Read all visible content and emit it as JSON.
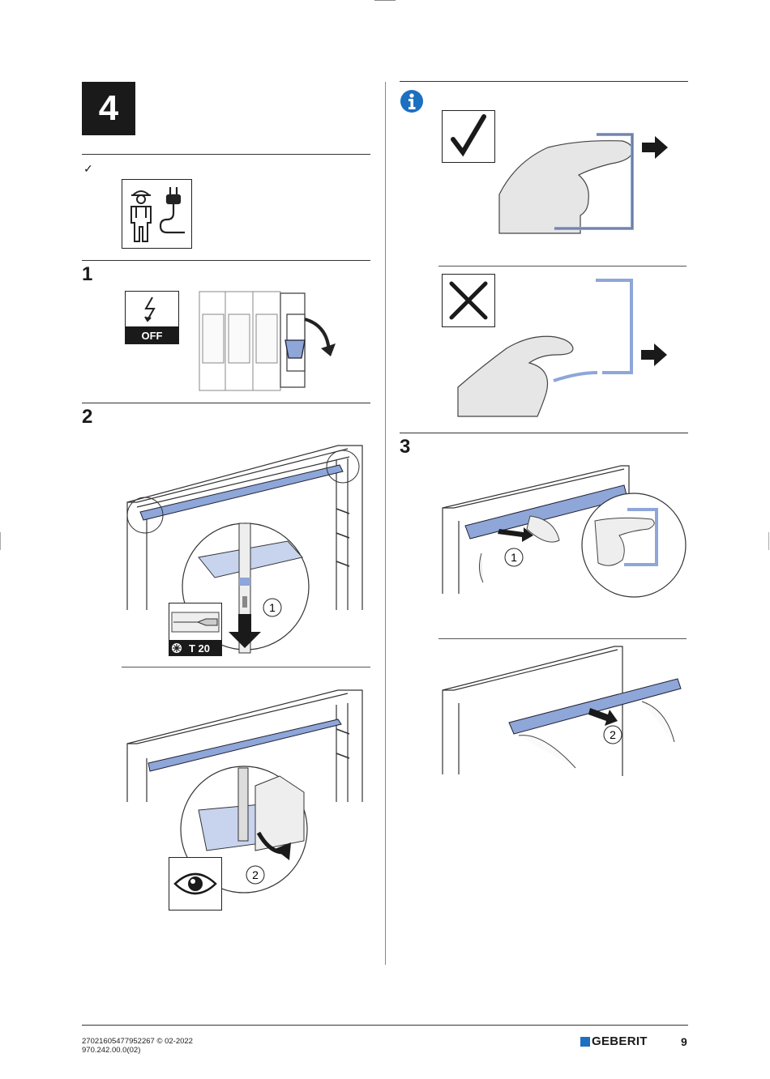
{
  "page": {
    "step_box": "4",
    "check_mark": "✓",
    "steps": {
      "s1": "1",
      "s2": "2",
      "s3": "3"
    },
    "off_label": "OFF",
    "tool_label": "T 20",
    "callouts": {
      "c1": "1",
      "c2": "2",
      "c3": "1",
      "c4": "2"
    },
    "footer": {
      "line1": "27021605477952267 © 02-2022",
      "line2": "970.242.00.0(02)",
      "brand": "GEBERIT",
      "page_number": "9"
    },
    "colors": {
      "accent_blue": "#8ea6d8",
      "info_blue": "#1d6fc0",
      "text": "#1a1a1a"
    },
    "icons": [
      "info-icon",
      "check-icon",
      "cross-icon",
      "lightning-icon",
      "installer-icon",
      "plug-icon",
      "eye-icon",
      "torx-icon",
      "arrow-icon"
    ]
  }
}
